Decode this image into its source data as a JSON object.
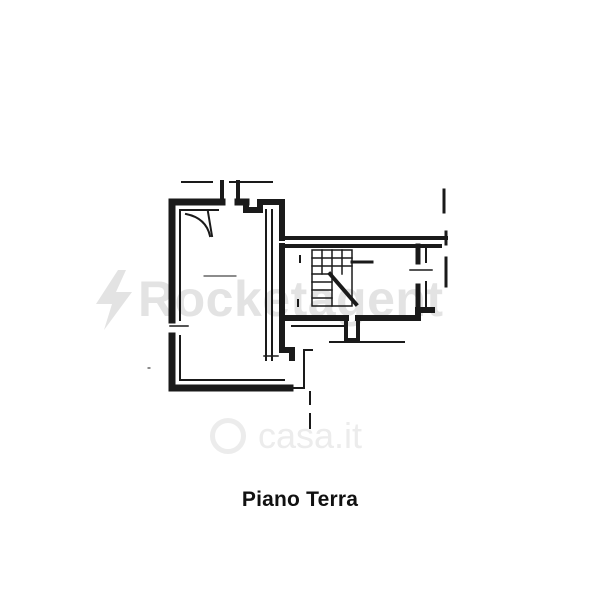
{
  "caption": "Piano Terra",
  "watermarks": {
    "agency": "Rocketagent",
    "portal": "casa.it"
  },
  "colors": {
    "wall": "#1a1a1a",
    "watermark": "#e3e3e3",
    "background": "#ffffff"
  }
}
